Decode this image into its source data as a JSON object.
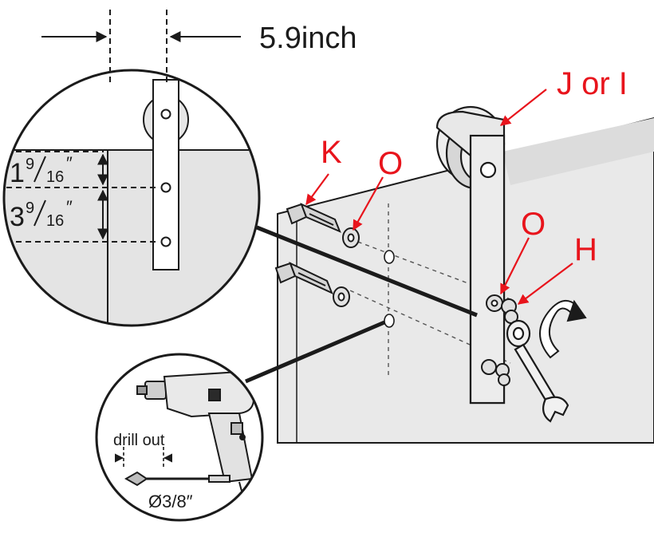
{
  "diagram": {
    "spacing_label": "5.9inch",
    "dim_upper": {
      "whole": "1",
      "num": "9",
      "den": "16",
      "mark": "″"
    },
    "dim_lower": {
      "whole": "3",
      "num": "9",
      "den": "16",
      "mark": "″"
    },
    "callouts": {
      "strap": "J or I",
      "bolt": "K",
      "washer_front": "O",
      "washer_back": "O",
      "nut": "H"
    },
    "drill": {
      "caption": "drill out",
      "diameter": "Ø3/8″"
    },
    "colors": {
      "callout": "#e8141c",
      "line": "#1b1b1b",
      "door": "#e9e9e9",
      "hardware": "#cfcfcf"
    }
  }
}
